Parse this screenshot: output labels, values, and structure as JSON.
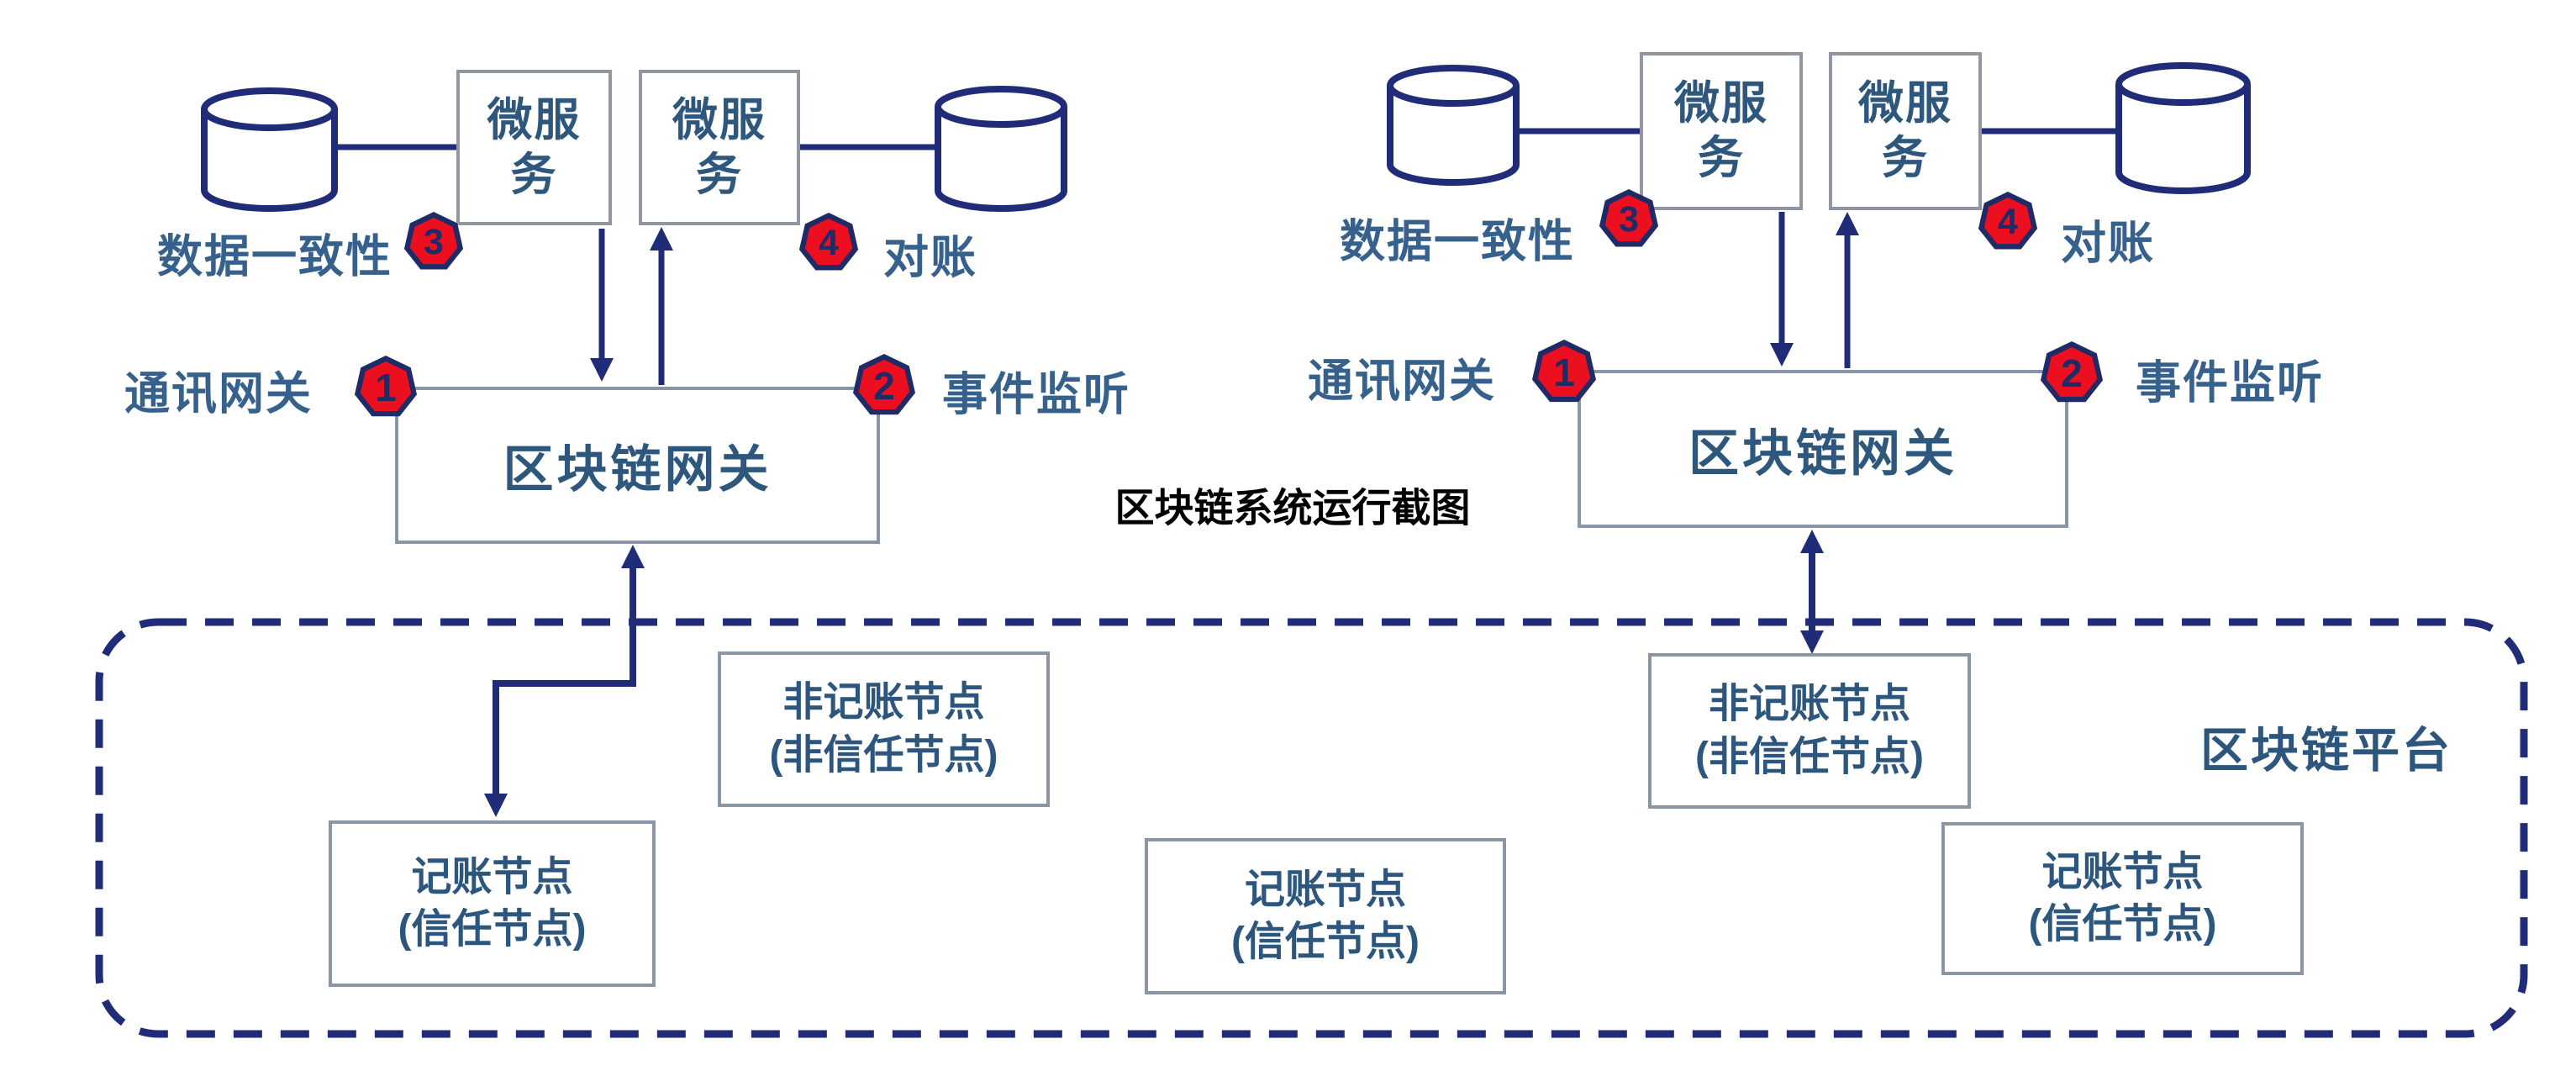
{
  "title": "区块链系统运行截图",
  "platform": {
    "label": "区块链平台"
  },
  "colors": {
    "line_navy": "#202C78",
    "badge_red": "#EB0F1F",
    "badge_border_navy": "#1E2B66",
    "box_border_gray": "#8A95A5",
    "microservice_border_gray": "#9097A0",
    "box_text_steel_blue": "#2E577E",
    "side_label_blue": "#35618C",
    "title_black": "#000000"
  },
  "diagrams": [
    {
      "side": "left",
      "database_left_label": "数据一致性",
      "database_right_label": "对账",
      "comm_gateway_label": "通讯网关",
      "event_listening_label": "事件监听",
      "gateway_label": "区块链网关",
      "microservices": [
        {
          "label": "微服务"
        },
        {
          "label": "微服务"
        }
      ],
      "badges": [
        {
          "number": "1"
        },
        {
          "number": "2"
        },
        {
          "number": "3"
        },
        {
          "number": "4"
        }
      ]
    },
    {
      "side": "right",
      "database_left_label": "数据一致性",
      "database_right_label": "对账",
      "comm_gateway_label": "通讯网关",
      "event_listening_label": "事件监听",
      "gateway_label": "区块链网关",
      "microservices": [
        {
          "label": "微服务"
        },
        {
          "label": "微服务"
        }
      ],
      "badges": [
        {
          "number": "1"
        },
        {
          "number": "2"
        },
        {
          "number": "3"
        },
        {
          "number": "4"
        }
      ]
    }
  ],
  "platform_nodes": [
    {
      "title": "记账节点",
      "subtitle": "(信任节点)"
    },
    {
      "title": "非记账节点",
      "subtitle": "(非信任节点)"
    },
    {
      "title": "记账节点",
      "subtitle": "(信任节点)"
    },
    {
      "title": "非记账节点",
      "subtitle": "(非信任节点)"
    },
    {
      "title": "记账节点",
      "subtitle": "(信任节点)"
    }
  ]
}
